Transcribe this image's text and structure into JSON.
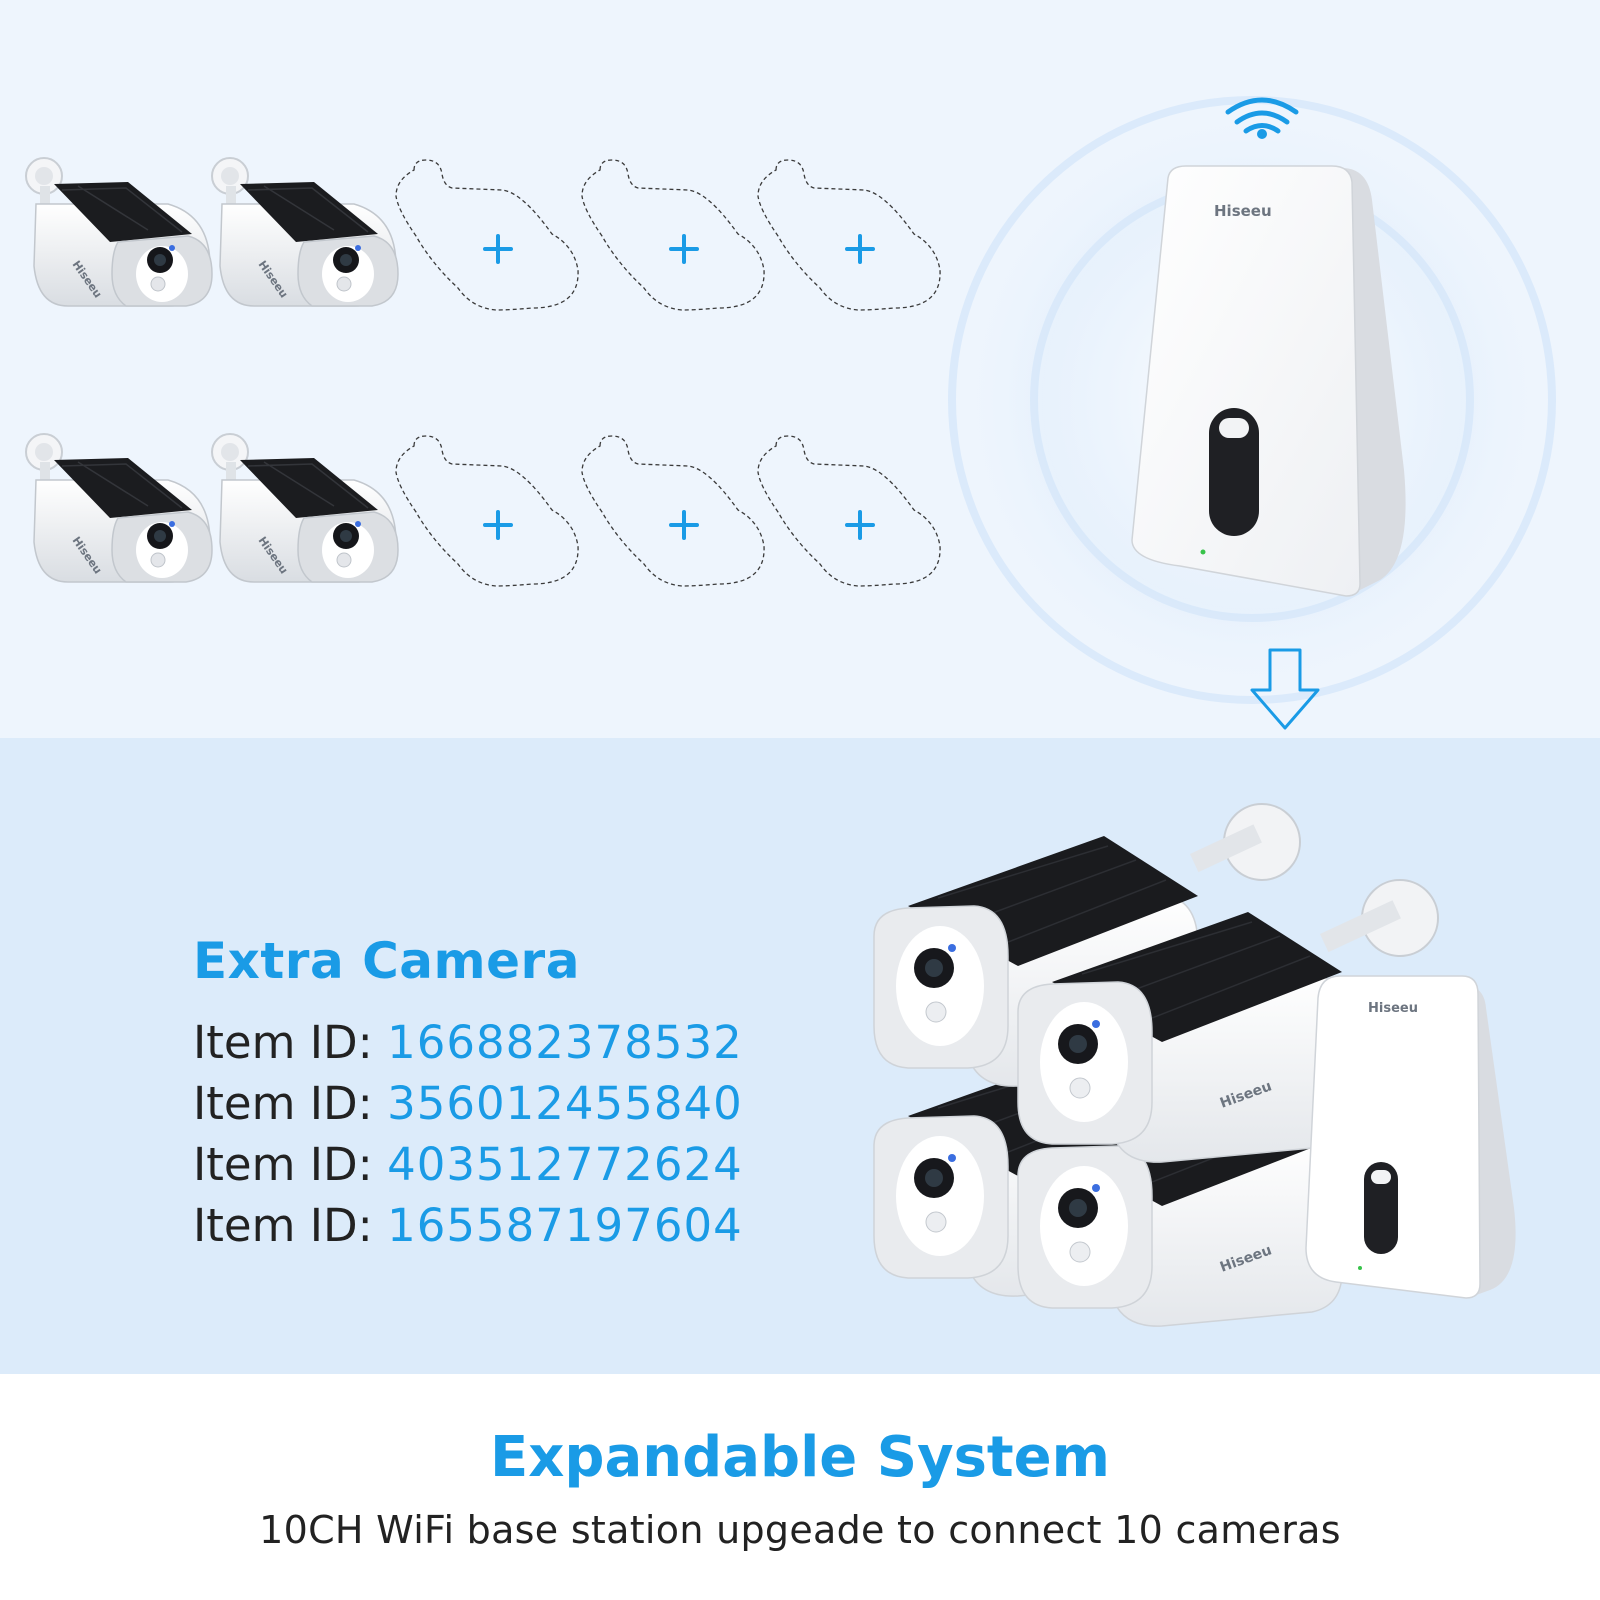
{
  "brand": "Hiseeu",
  "colors": {
    "accent": "#1a9be6",
    "top_background": "#eef5fd",
    "middle_background": "#dcebfa",
    "bottom_background": "#ffffff"
  },
  "icons": [
    "wifi-icon",
    "down-arrow-icon",
    "plus-icon"
  ],
  "extra_camera": {
    "title": "Extra Camera",
    "items": [
      {
        "label": "Item ID: ",
        "id": "166882378532"
      },
      {
        "label": "Item ID: ",
        "id": "356012455840"
      },
      {
        "label": "Item ID: ",
        "id": "403512772624"
      },
      {
        "label": "Item ID: ",
        "id": "165587197604"
      }
    ]
  },
  "footer": {
    "title": "Expandable System",
    "subtitle": "10CH WiFi base station upgeade to connect 10 cameras"
  }
}
